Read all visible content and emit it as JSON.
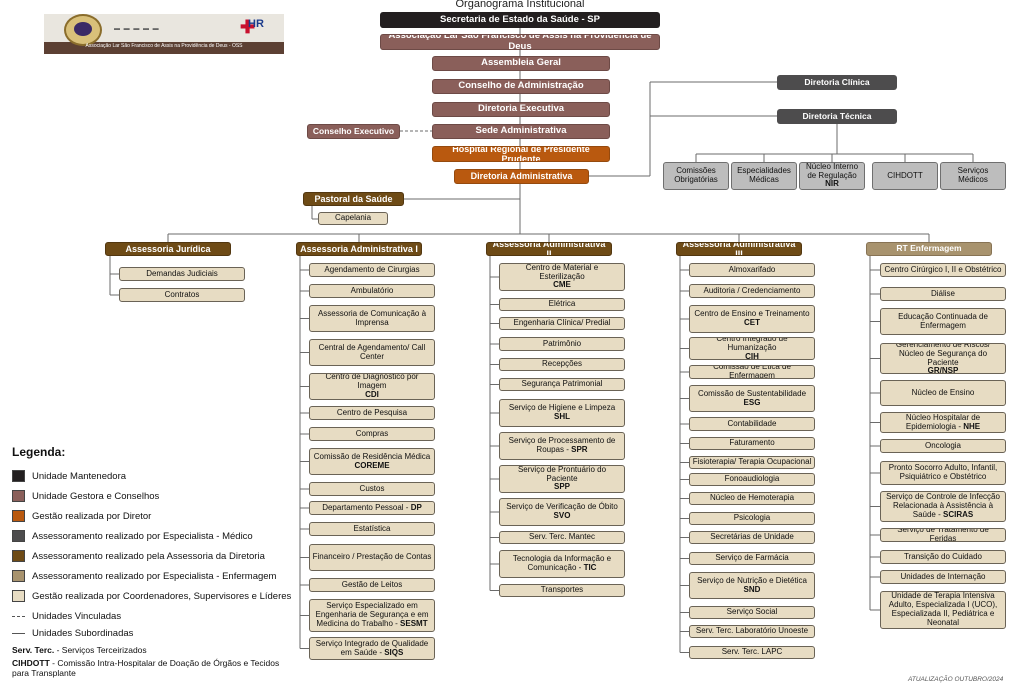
{
  "title": "Organograma Institucional",
  "logo": {
    "caption": "Associação Lar São Francisco de Assis na Providência de Deus - OSS",
    "hr_text": "HR",
    "emblem": "institution-emblem",
    "hr_icon": "red-cross-icon"
  },
  "top": {
    "secretaria": "Secretaria de Estado da Saúde - SP",
    "associacao": "Associação Lar São Francisco de Assis na Providência de Deus",
    "assembleia": "Assembleia Geral",
    "conselho_adm": "Conselho de Administração",
    "diretoria_exec": "Diretoria Executiva",
    "sede_adm": "Sede Administrativa",
    "conselho_exec": "Conselho Executivo",
    "hospital": "Hospital Regional de Presidente Prudente",
    "diretoria_adm": "Diretoria Administrativa",
    "diretoria_clinica": "Diretoria Clínica",
    "diretoria_tecnica": "Diretoria Técnica",
    "pastoral": "Pastoral da Saúde",
    "capelania": "Capelania"
  },
  "tecnica_children": [
    {
      "label": "Comissões Obrigatórias",
      "abbr": ""
    },
    {
      "label": "Especialidades Médicas",
      "abbr": ""
    },
    {
      "label": "Núcleo Interno de Regulação",
      "abbr": "NIR"
    },
    {
      "label": "CIHDOTT",
      "abbr": ""
    },
    {
      "label": "Serviços Médicos",
      "abbr": ""
    }
  ],
  "columns": {
    "juridica": {
      "header": "Assessoria Jurídica",
      "items": [
        {
          "label": "Demandas Judiciais",
          "abbr": ""
        },
        {
          "label": "Contratos",
          "abbr": ""
        }
      ]
    },
    "adm1": {
      "header": "Assessoria Administrativa I",
      "items": [
        {
          "label": "Agendamento de Cirurgias",
          "abbr": ""
        },
        {
          "label": "Ambulatório",
          "abbr": ""
        },
        {
          "label": "Assessoria de Comunicação à Imprensa",
          "abbr": ""
        },
        {
          "label": "Central de Agendamento/ Call Center",
          "abbr": ""
        },
        {
          "label": "Centro de Diagnóstico por Imagem",
          "abbr": "CDI"
        },
        {
          "label": "Centro de Pesquisa",
          "abbr": ""
        },
        {
          "label": "Compras",
          "abbr": ""
        },
        {
          "label": "Comissão de Residência Médica",
          "abbr": "COREME"
        },
        {
          "label": "Custos",
          "abbr": ""
        },
        {
          "label": "Departamento Pessoal - ",
          "abbr": "DP",
          "inline": true
        },
        {
          "label": "Estatística",
          "abbr": ""
        },
        {
          "label": "Financeiro / Prestação de Contas",
          "abbr": ""
        },
        {
          "label": "Gestão de Leitos",
          "abbr": ""
        },
        {
          "label": "Serviço Especializado em Engenharia de Segurança e em Medicina do Trabalho - ",
          "abbr": "SESMT",
          "inline": true
        },
        {
          "label": "Serviço Integrado de Qualidade em Saúde - ",
          "abbr": "SIQS",
          "inline": true
        }
      ]
    },
    "adm2": {
      "header": "Assessoria Administrativa II",
      "items": [
        {
          "label": "Centro de Material e Esterilização",
          "abbr": "CME"
        },
        {
          "label": "Elétrica",
          "abbr": ""
        },
        {
          "label": "Engenharia Clínica/ Predial",
          "abbr": ""
        },
        {
          "label": "Patrimônio",
          "abbr": ""
        },
        {
          "label": "Recepções",
          "abbr": ""
        },
        {
          "label": "Segurança Patrimonial",
          "abbr": ""
        },
        {
          "label": "Serviço de Higiene e Limpeza",
          "abbr": "SHL"
        },
        {
          "label": "Serviço de Processamento de Roupas - ",
          "abbr": "SPR",
          "inline": true
        },
        {
          "label": "Serviço de Prontuário do Paciente",
          "abbr": "SPP"
        },
        {
          "label": "Serviço de Verificação de Óbito",
          "abbr": "SVO"
        },
        {
          "label": "Serv. Terc. Mantec",
          "abbr": ""
        },
        {
          "label": "Tecnologia da Informação e Comunicação - ",
          "abbr": "TIC",
          "inline": true
        },
        {
          "label": "Transportes",
          "abbr": ""
        }
      ]
    },
    "adm3": {
      "header": "Assessoria Administrativa III",
      "items": [
        {
          "label": "Almoxarifado",
          "abbr": ""
        },
        {
          "label": "Auditoria / Credenciamento",
          "abbr": ""
        },
        {
          "label": "Centro de Ensino e Treinamento",
          "abbr": "CET"
        },
        {
          "label": "Centro Integrado de Humanização",
          "abbr": "CIH"
        },
        {
          "label": "Comissão de Ética de Enfermagem",
          "abbr": ""
        },
        {
          "label": "Comissão de Sustentabilidade",
          "abbr": "ESG"
        },
        {
          "label": "Contabilidade",
          "abbr": ""
        },
        {
          "label": "Faturamento",
          "abbr": ""
        },
        {
          "label": "Fisioterapia/ Terapia Ocupacional",
          "abbr": ""
        },
        {
          "label": "Fonoaudiologia",
          "abbr": ""
        },
        {
          "label": "Núcleo de Hemoterapia",
          "abbr": ""
        },
        {
          "label": "Psicologia",
          "abbr": ""
        },
        {
          "label": "Secretárias de Unidade",
          "abbr": ""
        },
        {
          "label": "Serviço de Farmácia",
          "abbr": ""
        },
        {
          "label": "Serviço de Nutrição e Dietética",
          "abbr": "SND"
        },
        {
          "label": "Serviço Social",
          "abbr": ""
        },
        {
          "label": "Serv. Terc. Laboratório Unoeste",
          "abbr": ""
        },
        {
          "label": "Serv. Terc. LAPC",
          "abbr": ""
        }
      ]
    },
    "enf": {
      "header": "RT Enfermagem",
      "items": [
        {
          "label": "Centro Cirúrgico I, II e Obstétrico",
          "abbr": ""
        },
        {
          "label": "Diálise",
          "abbr": ""
        },
        {
          "label": "Educação Continuada de Enfermagem",
          "abbr": ""
        },
        {
          "label": "Gerenciamento de Riscos/ Núcleo de Segurança do Paciente",
          "abbr": "GR/NSP"
        },
        {
          "label": "Núcleo de Ensino",
          "abbr": ""
        },
        {
          "label": "Núcleo Hospitalar de Epidemiologia - ",
          "abbr": "NHE",
          "inline": true
        },
        {
          "label": "Oncologia",
          "abbr": ""
        },
        {
          "label": "Pronto Socorro Adulto, Infantil, Psiquiátrico e Obstétrico",
          "abbr": ""
        },
        {
          "label": "Serviço de Controle de Infecção Relacionada à Assistência à Saúde - ",
          "abbr": "SCIRAS",
          "inline": true
        },
        {
          "label": "Serviço de Tratamento de Feridas",
          "abbr": ""
        },
        {
          "label": "Transição do Cuidado",
          "abbr": ""
        },
        {
          "label": "Unidades de Internação",
          "abbr": ""
        },
        {
          "label": "Unidade de Terapia Intensiva Adulto, Especializada I (UCO), Especializada II, Pediátrica e Neonatal",
          "abbr": ""
        }
      ]
    }
  },
  "legend": {
    "title": "Legenda:",
    "items": [
      {
        "label": "Unidade Mantenedora",
        "color": "#231f20"
      },
      {
        "label": "Unidade Gestora e Conselhos",
        "color": "#8a5f5a"
      },
      {
        "label": "Gestão realizada por Diretor",
        "color": "#b9590f"
      },
      {
        "label": "Assessoramento realizado por Especialista - Médico",
        "color": "#4d4c4d"
      },
      {
        "label": "Assessoramento realizado pela Assessoria da Diretoria",
        "color": "#6e4b16"
      },
      {
        "label": "Assessoramento realizado por Especialista - Enfermagem",
        "color": "#a8936e"
      },
      {
        "label": "Gestão realizada por Coordenadores, Supervisores e Líderes",
        "color": "#e7dcc3"
      }
    ],
    "linked": "Unidades Vinculadas",
    "subordinate": "Unidades Subordinadas"
  },
  "footnotes": {
    "serv_terc_abbr": "Serv. Terc.",
    "serv_terc_text": " - Serviços Terceirizados",
    "cihdott_abbr": "CIHDOTT",
    "cihdott_text": " - Comissão Intra-Hospitalar de Doação de Órgãos e Tecidos para Transplante"
  },
  "update": "ATUALIZAÇÃO OUTUBRO/2024"
}
